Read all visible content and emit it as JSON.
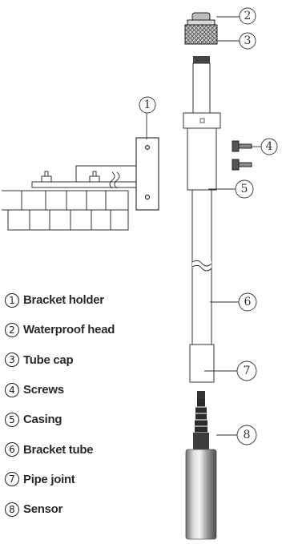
{
  "legend": [
    {
      "num": "1",
      "label": "Bracket holder"
    },
    {
      "num": "2",
      "label": "Waterproof head"
    },
    {
      "num": "3",
      "label": "Tube cap"
    },
    {
      "num": "4",
      "label": "Screws"
    },
    {
      "num": "5",
      "label": "Casing"
    },
    {
      "num": "6",
      "label": "Bracket tube"
    },
    {
      "num": "7",
      "label": "Pipe joint"
    },
    {
      "num": "8",
      "label": "Sensor"
    }
  ],
  "callouts": [
    "1",
    "2",
    "3",
    "4",
    "5",
    "6",
    "7",
    "8"
  ]
}
